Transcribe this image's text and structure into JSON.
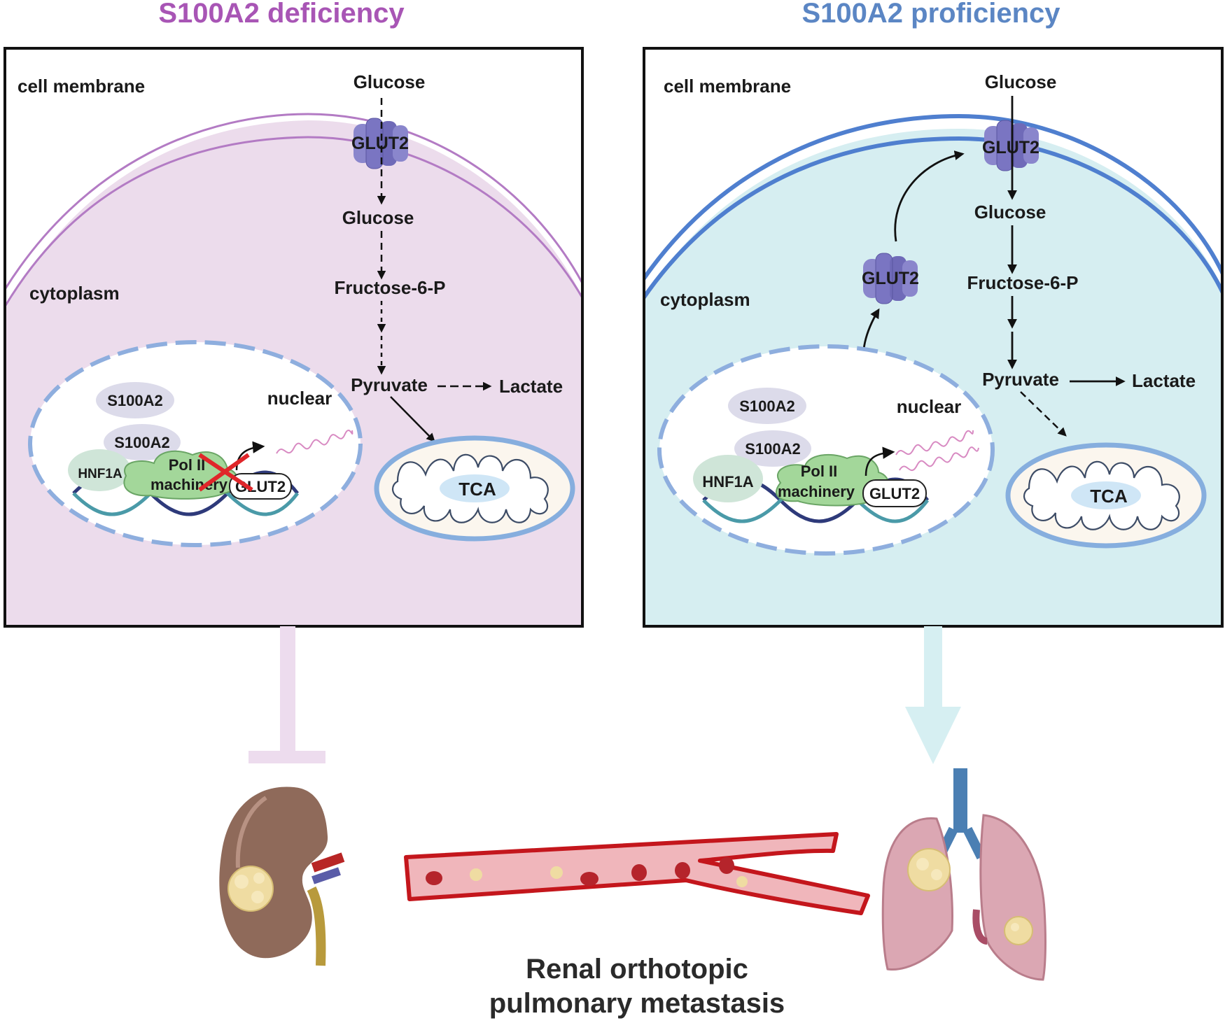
{
  "titles": {
    "left": "S100A2 deficiency",
    "right": "S100A2 proficiency"
  },
  "colors": {
    "left_title": "#a855b5",
    "right_title": "#5b86c4",
    "left_fill": "#ecdcec",
    "right_fill": "#d6eef1",
    "left_membrane": "#b37bc4",
    "right_membrane": "#4f7fcf",
    "inhibit_bar": "#eddcee",
    "promote_arrow": "#d6eff2"
  },
  "left_panel": {
    "membrane_label": "cell membrane",
    "cytoplasm_label": "cytoplasm",
    "nuclear_label": "nuclear",
    "glucose_out": "Glucose",
    "glut2_membrane": "GLUT2",
    "glucose_in": "Glucose",
    "fructose": "Fructose-6-P",
    "pyruvate": "Pyruvate",
    "lactate": "Lactate",
    "tca": "TCA",
    "s100a2_top": "S100A2",
    "s100a2_bottom": "S100A2",
    "hnf1a": "HNF1A",
    "pol_line1": "Pol II",
    "pol_line2": "machinery",
    "glut2_gene": "GLUT2"
  },
  "right_panel": {
    "membrane_label": "cell membrane",
    "cytoplasm_label": "cytoplasm",
    "nuclear_label": "nuclear",
    "glucose_out": "Glucose",
    "glut2_membrane": "GLUT2",
    "glut2_cyto": "GLUT2",
    "glucose_in": "Glucose",
    "fructose": "Fructose-6-P",
    "pyruvate": "Pyruvate",
    "lactate": "Lactate",
    "tca": "TCA",
    "s100a2_top": "S100A2",
    "s100a2_bottom": "S100A2",
    "hnf1a": "HNF1A",
    "pol_line1": "Pol II",
    "pol_line2": "machinery",
    "glut2_gene": "GLUT2"
  },
  "bottom": {
    "line1": "Renal orthotopic",
    "line2": "pulmonary metastasis"
  },
  "icons": [
    "kidney-icon",
    "blood-vessel-icon",
    "lung-icon",
    "glut2-transporter-icon",
    "mitochondrion-icon",
    "dna-helix-icon"
  ]
}
